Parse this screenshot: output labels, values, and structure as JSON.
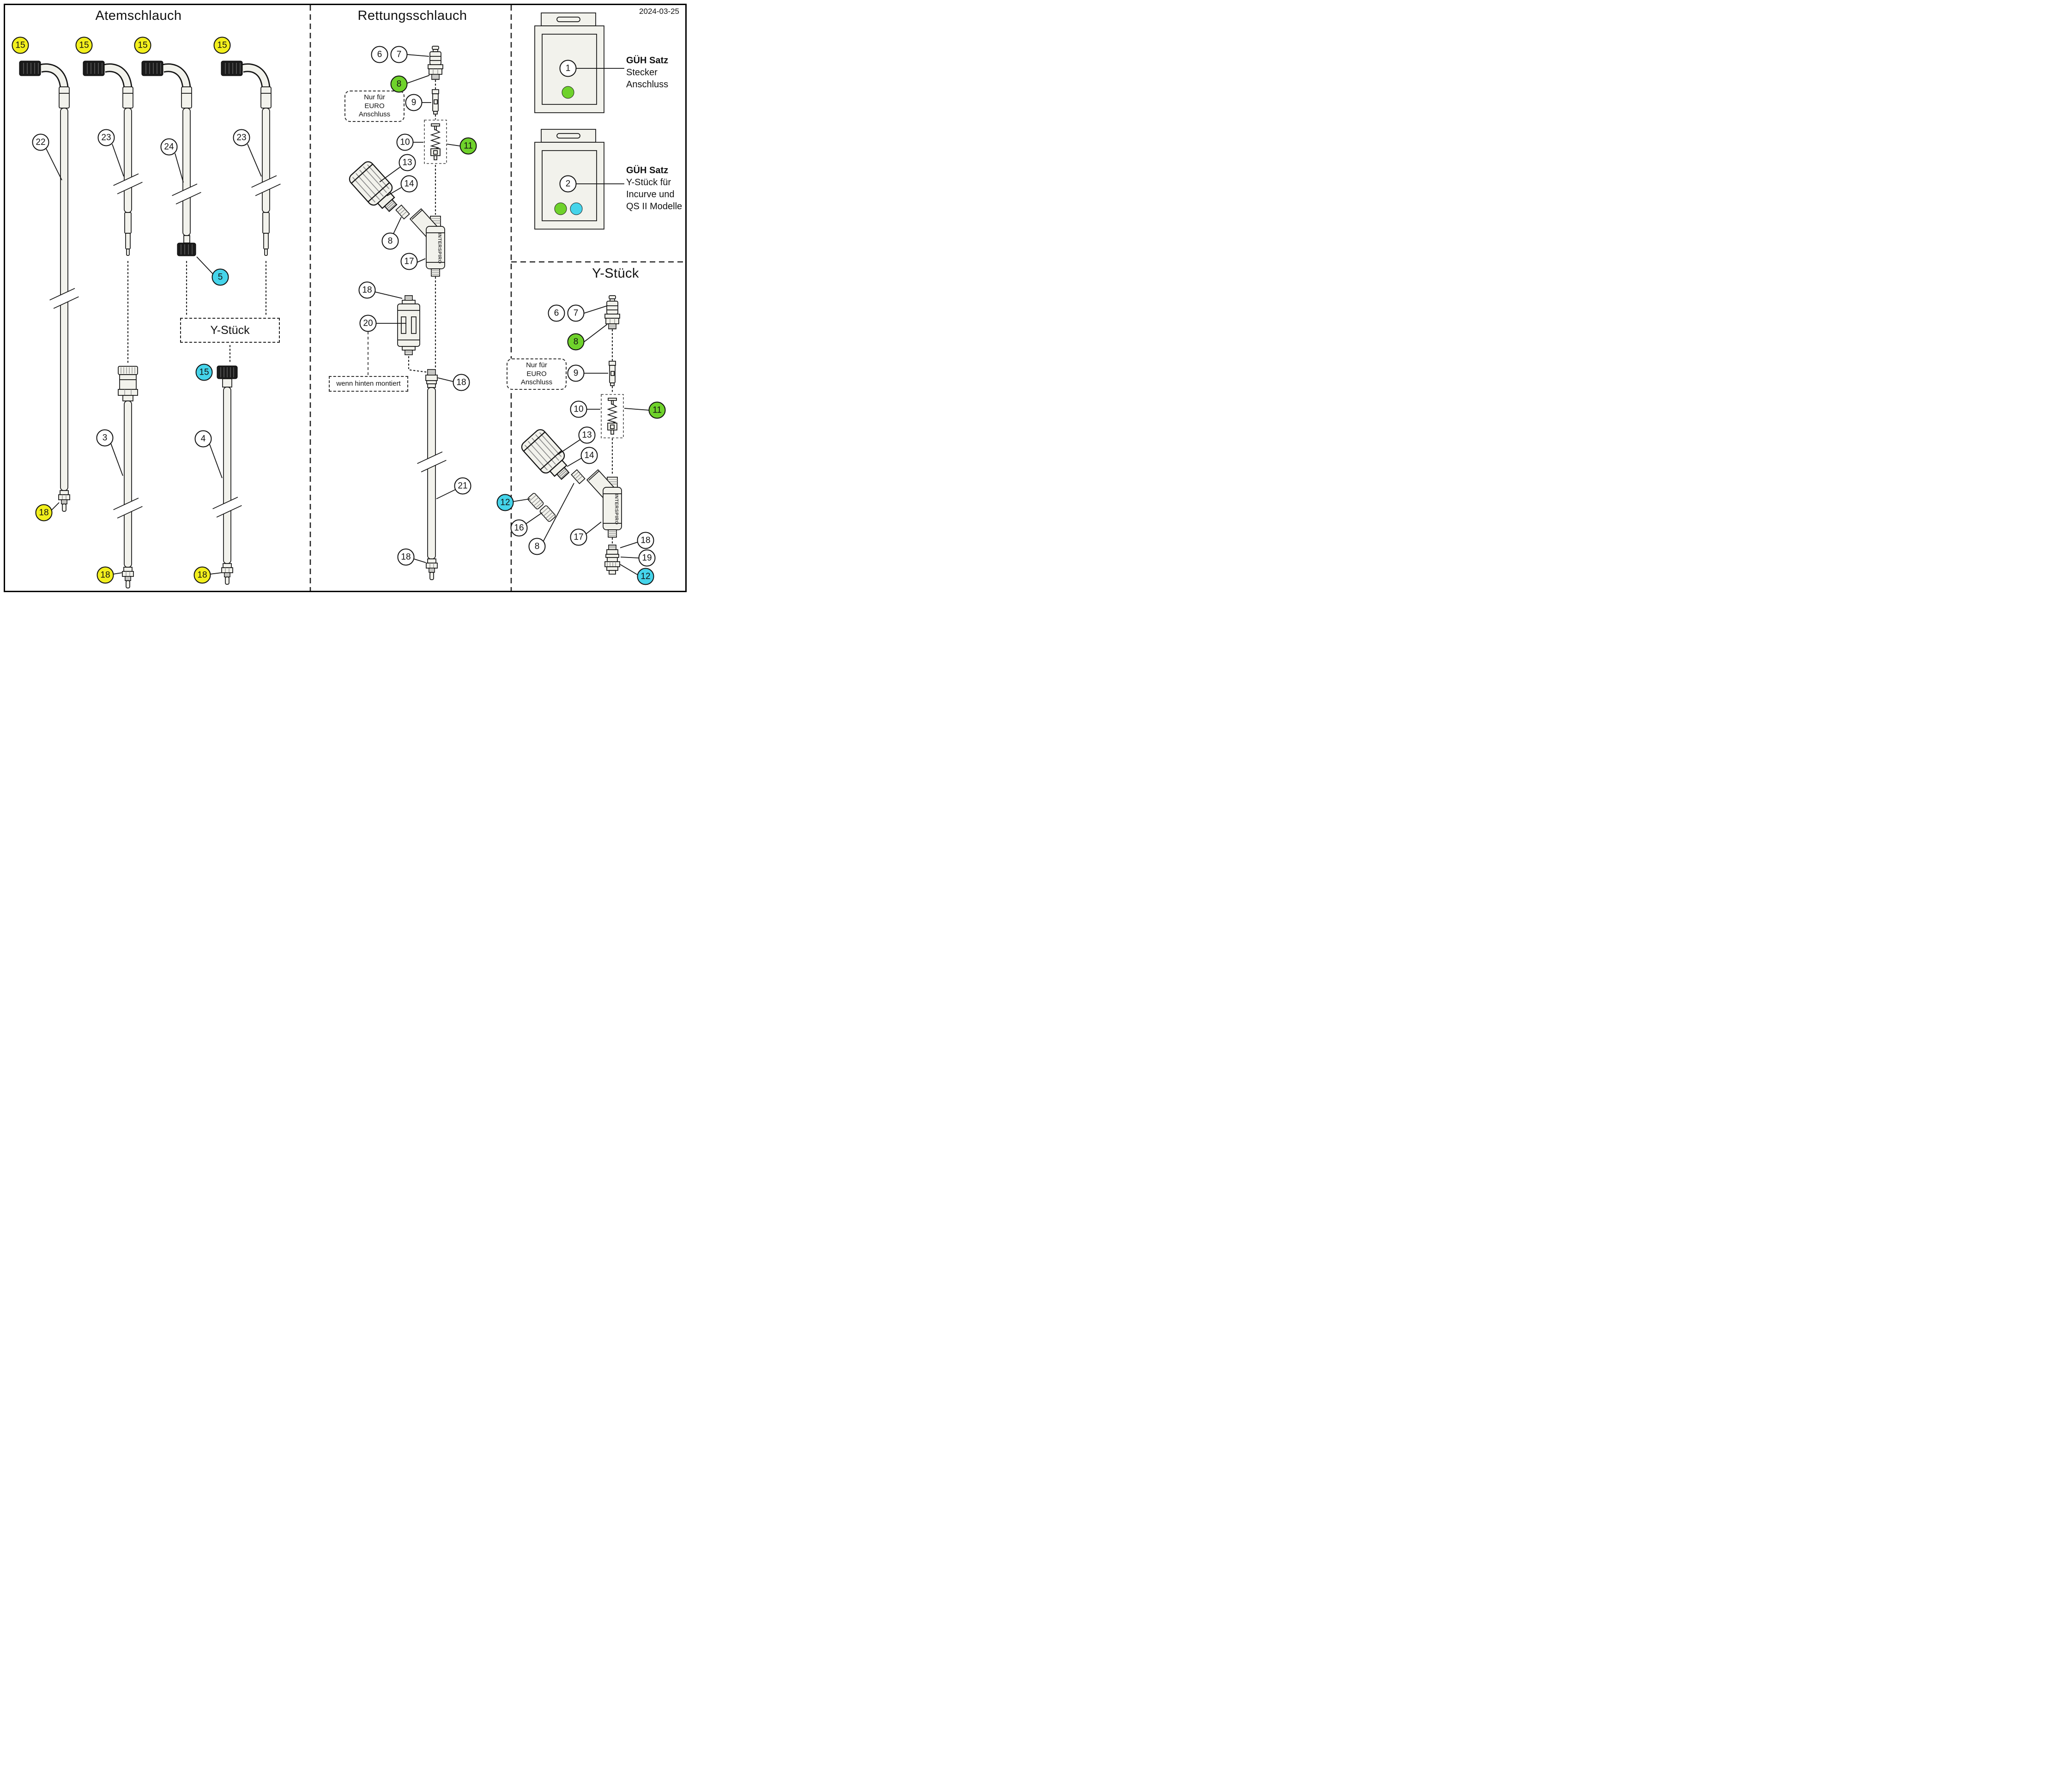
{
  "date": "2024-03-25",
  "sections": {
    "atemschlauch": {
      "title": "Atemschlauch",
      "y_connector_box": "Y-Stück"
    },
    "rettungsschlauch": {
      "title": "Rettungsschlauch"
    },
    "ystueck": {
      "title": "Y-Stück"
    }
  },
  "notes": {
    "euro": "Nur für\nEURO\nAnschluss",
    "rear_mount": "wenn hinten montiert"
  },
  "kits": {
    "kit1": {
      "number": "1",
      "name": "GÜH Satz",
      "desc": "Stecker\nAnschluss"
    },
    "kit2": {
      "number": "2",
      "name": "GÜH Satz",
      "desc": "Y-Stück für\nIncurve und\nQS II Modelle"
    }
  },
  "brand": "INTERSPIRO",
  "parts": {
    "p1": "1",
    "p2": "2",
    "p3": "3",
    "p4": "4",
    "p5": "5",
    "p6": "6",
    "p7": "7",
    "p8": "8",
    "p9": "9",
    "p10": "10",
    "p11": "11",
    "p12": "12",
    "p13": "13",
    "p14": "14",
    "p15": "15",
    "p16": "16",
    "p17": "17",
    "p18": "18",
    "p19": "19",
    "p20": "20",
    "p21": "21",
    "p22": "22",
    "p23": "23",
    "p24": "24"
  },
  "legend_colors": {
    "yellow": "#f2ef1d",
    "green": "#6fd22b",
    "cyan": "#45d4ea"
  }
}
